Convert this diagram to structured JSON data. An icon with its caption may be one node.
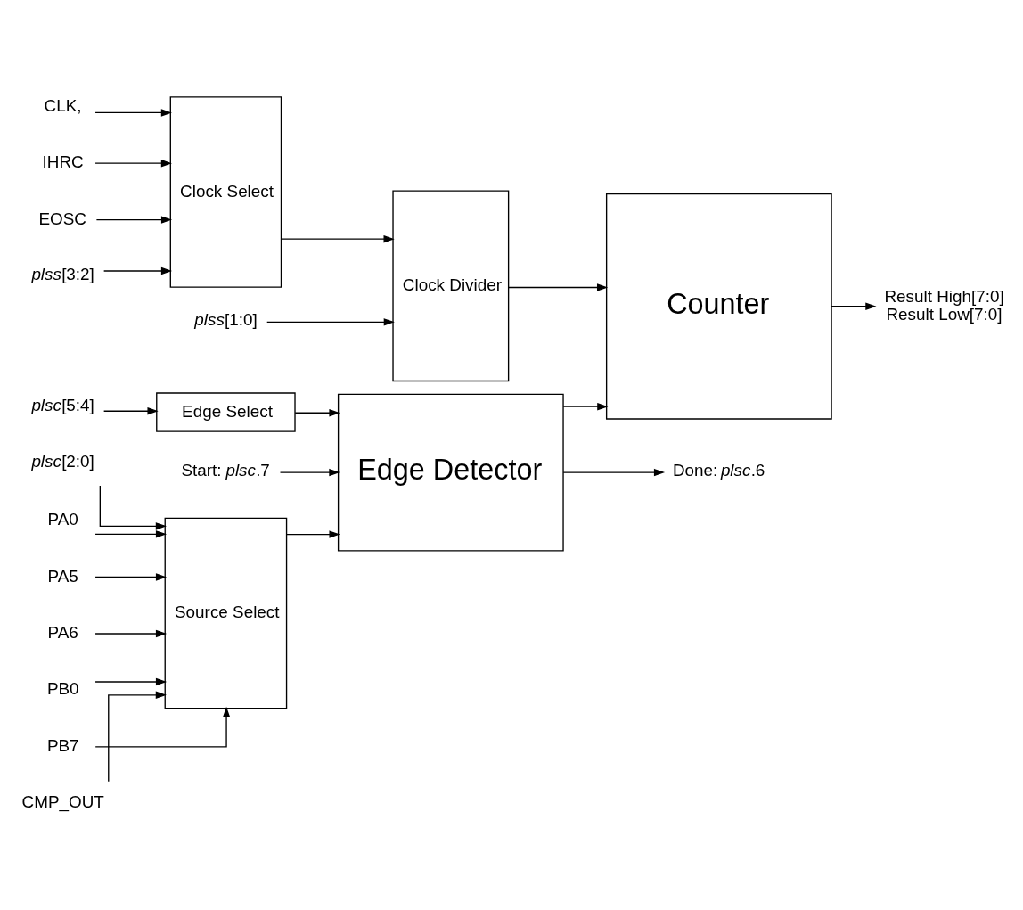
{
  "diagram": {
    "nodes": [
      {
        "text": [
          "Source Select"
        ]
      },
      {
        "text": [
          "Edge Select"
        ]
      },
      {
        "text": [
          "Edge Detector"
        ]
      },
      {
        "text": [
          "Clock Select"
        ]
      },
      {
        "text": [
          "Clock Divider"
        ]
      },
      {
        "text": [
          "Counter"
        ]
      },
      {
        "text": [
          "*plsc*[2:0]"
        ]
      },
      {
        "text": [
          "Start: *plsc*.7"
        ]
      },
      {
        "text": [
          "*plsc*[5:4]"
        ]
      },
      {
        "text": [
          "PA0"
        ]
      },
      {
        "text": [
          "PA5"
        ]
      },
      {
        "text": [
          "PA6"
        ]
      },
      {
        "text": [
          "PB0"
        ]
      },
      {
        "text": [
          "PB7"
        ]
      },
      {
        "text": [
          "CMP_OUT"
        ]
      },
      {
        "text": [
          "Done: *plsc*.6"
        ]
      },
      {
        "text": [
          "CLK,"
        ]
      },
      {
        "text": [
          "IHRC"
        ]
      },
      {
        "text": [
          "EOSC"
        ]
      },
      {
        "text": [
          "*plss*[3:2]"
        ]
      },
      {
        "text": [
          "*plss*[1:0]"
        ]
      },
      {
        "text": [
          "Result High[7:0]",
          "Result Low[7:0]"
        ]
      }
    ],
    "edges": [
      {
        "from": 6,
        "to": 0,
        "arrow": "to"
      },
      {
        "from": 7,
        "to": 2,
        "arrow": "to"
      },
      {
        "from": 8,
        "to": 1,
        "arrow": "to"
      },
      {
        "from": 1,
        "to": 2,
        "arrow": "to"
      },
      {
        "from": 9,
        "to": 0,
        "arrow": "to"
      },
      {
        "from": 10,
        "to": 0,
        "arrow": "to"
      },
      {
        "from": 11,
        "to": 0,
        "arrow": "to"
      },
      {
        "from": 12,
        "to": 0,
        "arrow": "to"
      },
      {
        "from": 13,
        "to": 0,
        "arrow": "to"
      },
      {
        "from": 14,
        "to": 0,
        "arrow": "to"
      },
      {
        "from": 0,
        "to": 2,
        "arrow": "to"
      },
      {
        "from": 2,
        "to": 15,
        "arrow": "to"
      },
      {
        "from": 2,
        "to": 5,
        "arrow": "to"
      },
      {
        "from": 16,
        "to": 3,
        "arrow": "to"
      },
      {
        "from": 17,
        "to": 3,
        "arrow": "to"
      },
      {
        "from": 18,
        "to": 3,
        "arrow": "to"
      },
      {
        "from": 3,
        "to": 4,
        "arrow": "to"
      },
      {
        "from": 4,
        "to": 5,
        "arrow": "to"
      },
      {
        "from": 5,
        "to": 21,
        "arrow": "to"
      },
      {
        "from": 19,
        "to": 3,
        "arrow": "to"
      },
      {
        "from": 20,
        "to": 4,
        "arrow": "to"
      }
    ]
  }
}
